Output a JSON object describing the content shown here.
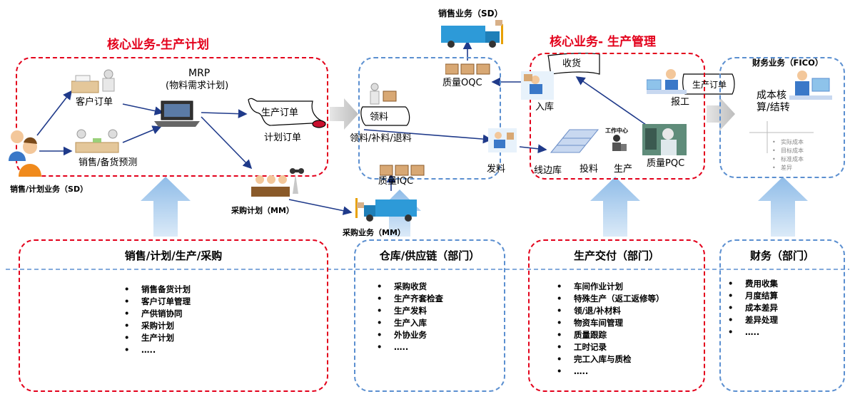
{
  "titles": {
    "core_plan": "核心业务-生产计划",
    "core_manage": "核心业务- 生产管理"
  },
  "labels": {
    "sales_sd_top": "销售业务（SD）",
    "mrp": "MRP",
    "mrp_sub": "(物料需求计划)",
    "customer_order": "客户订单",
    "sales_forecast": "销售/备货预测",
    "sales_plan_sd": "销售/计划业务（SD）",
    "prod_order_left": "生产订单",
    "plan_order": "计划订单",
    "purchase_plan_mm": "采购计划（MM）",
    "purchase_mm": "采购业务（MM）",
    "pick": "领料",
    "pick_supply_return": "领料/补料/退料",
    "qc_oqc": "质量OQC",
    "qc_iqc": "质量IQC",
    "issue": "发料",
    "receive": "收货",
    "inbound": "入库",
    "line_store": "线边库",
    "feed": "投料",
    "production": "生产",
    "qc_pqc": "质量PQC",
    "report_work": "报工",
    "prod_order_right": "生产订单",
    "work_center": "工作中心",
    "fico": "财务业务（FICO）",
    "cost_calc": "成本核算/结转"
  },
  "cost_items": [
    "实际成本",
    "目标成本",
    "标准成本",
    "差异"
  ],
  "departments": [
    {
      "title": "销售/计划/生产/采购",
      "items": [
        "销售备货计划",
        "客户订单管理",
        "产供销协同",
        "采购计划",
        "生产计划",
        "….."
      ]
    },
    {
      "title": "仓库/供应链（部门）",
      "items": [
        "采购收货",
        "生产齐套检查",
        "生产发料",
        "生产入库",
        "外协业务",
        "….."
      ]
    },
    {
      "title": "生产交付（部门）",
      "items": [
        "车间作业计划",
        "特殊生产（返工返修等）",
        "领/退/补材料",
        "物资车间管理",
        "质量跟踪",
        "工时记录",
        "完工入库与质检",
        "….."
      ]
    },
    {
      "title": "财务（部门）",
      "items": [
        "费用收集",
        "月度结算",
        "成本差异",
        "差异处理",
        "….."
      ]
    }
  ],
  "colors": {
    "red": "#e3001b",
    "blue": "#5b8fd0",
    "arrow": "#1f3a8a",
    "up_arrow": "#9cc3ea",
    "grey_arrow": "#c8c8c8"
  }
}
